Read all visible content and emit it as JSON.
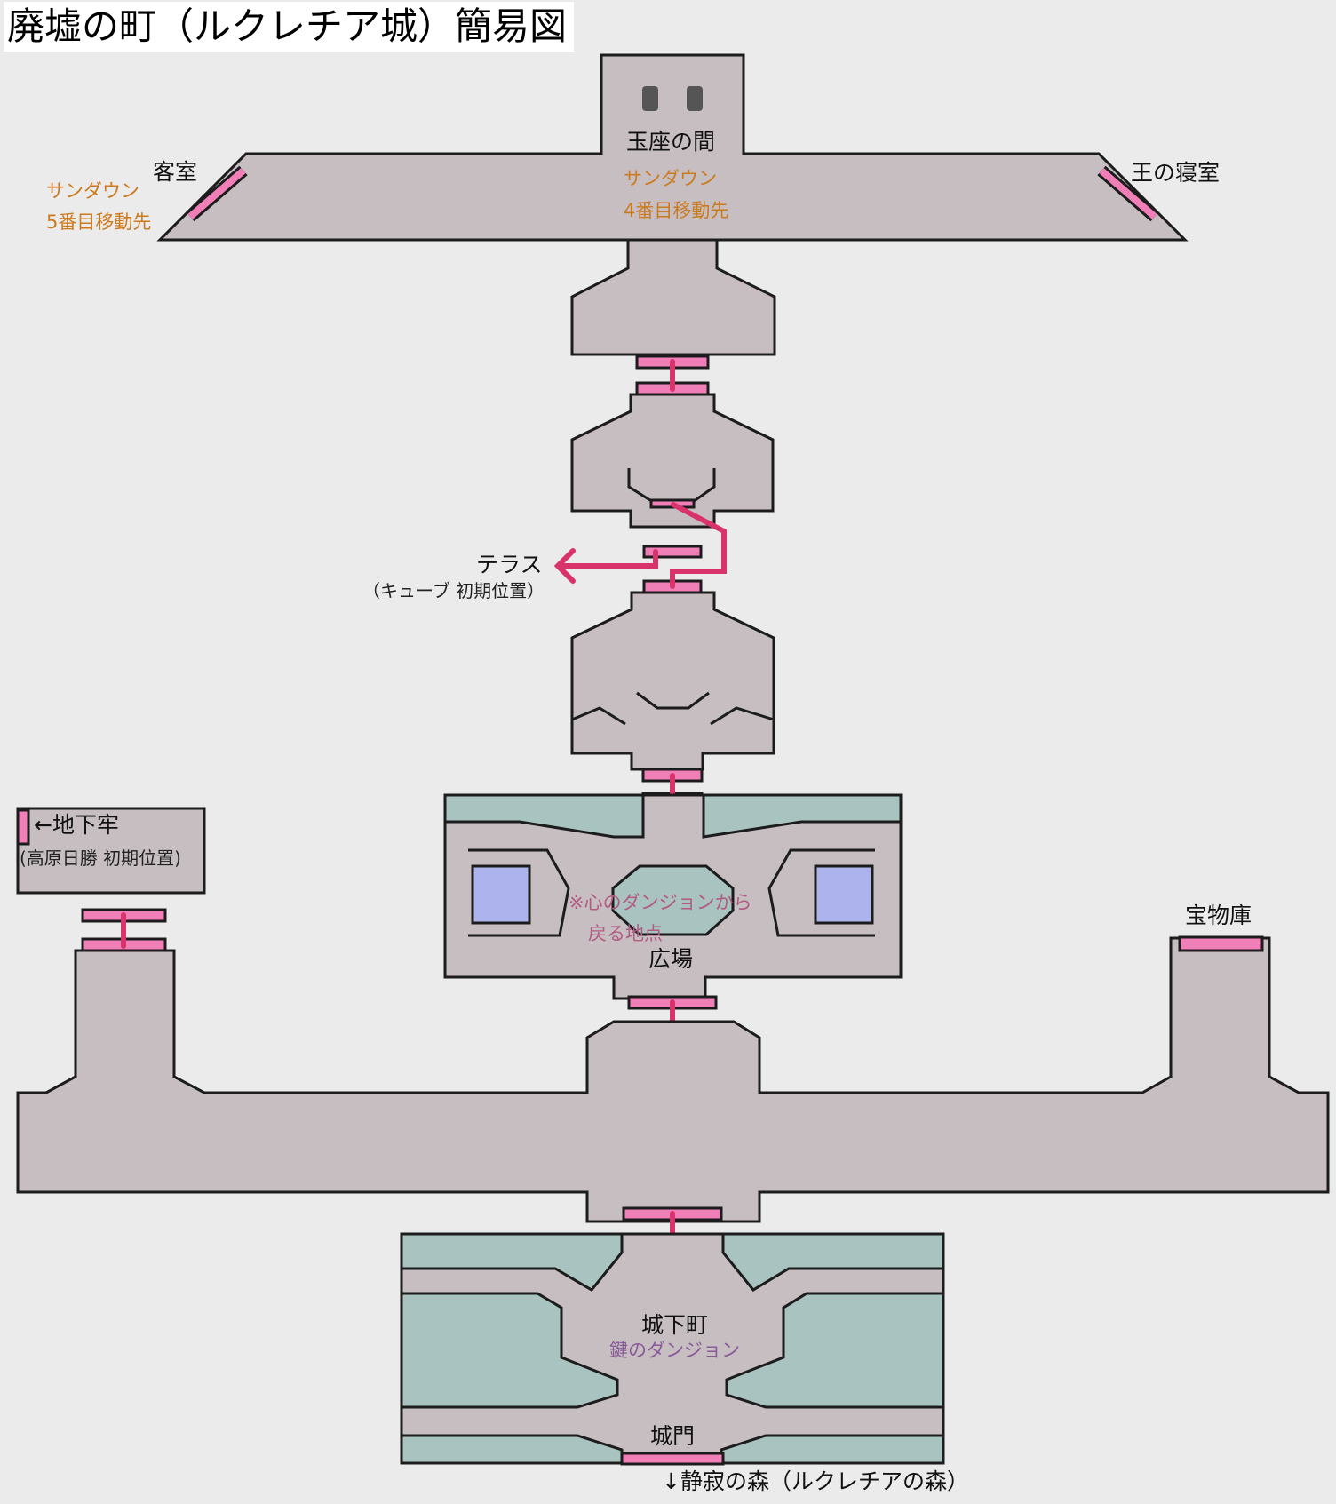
{
  "title": "廃墟の町（ルクレチア城）簡易図",
  "colors": {
    "background": "#ebebeb",
    "room": "#c6bec1",
    "water": "#a9c3c1",
    "door": "#f07fb8",
    "route": "#d9336b",
    "pool": "#adb3ec",
    "note_orange": "#cc7a1e",
    "note_purple": "#8a5a9a"
  },
  "rooms": {
    "throne_room": {
      "name": "玉座の間",
      "note_line1": "サンダウン",
      "note_line2": "4番目移動先",
      "icons": [
        "throne-icon",
        "throne-icon"
      ]
    },
    "guest_room": {
      "name": "客室",
      "note_line1": "サンダウン",
      "note_line2": "5番目移動先"
    },
    "kings_bedroom": {
      "name": "王の寝室"
    },
    "terrace": {
      "name": "テラス",
      "note": "（キューブ 初期位置）"
    },
    "plaza": {
      "name": "広場",
      "note_line1": "※心のダンジョンから",
      "note_line2": "戻る地点"
    },
    "dungeon": {
      "name": "←地下牢",
      "note": "(高原日勝 初期位置)"
    },
    "treasury": {
      "name": "宝物庫"
    },
    "castle_town": {
      "name": "城下町",
      "note": "鍵のダンジョン"
    },
    "castle_gate": {
      "name": "城門"
    },
    "exit": {
      "name": "↓静寂の森（ルクレチアの森）"
    }
  }
}
